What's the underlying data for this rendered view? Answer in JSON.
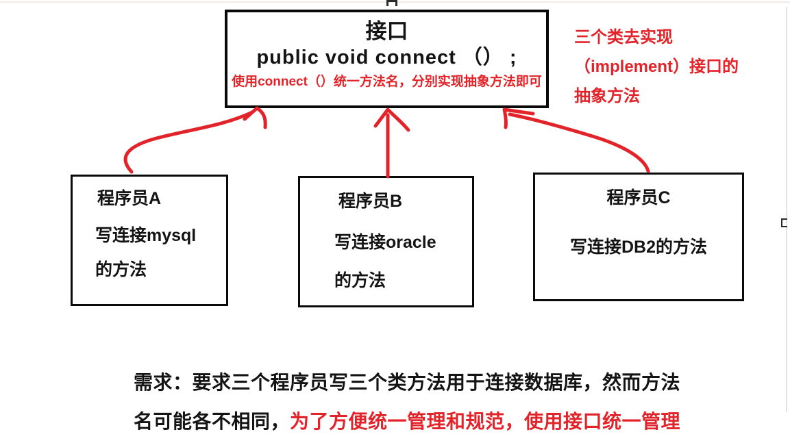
{
  "colors": {
    "red": "#e2242a",
    "black": "#141414",
    "box_border": "#0a0a0a",
    "top_line": "#f3e9e5",
    "right_line": "#e4e4e4"
  },
  "interface_box": {
    "title": "接口",
    "signature": "public void connect （） ;",
    "note": "使用connect（）统一方法名，分别实现抽象方法即可"
  },
  "side_note": {
    "line1": "三个类去实现",
    "line2": "（implement）接口的",
    "line3": "抽象方法"
  },
  "programmers": {
    "a": {
      "title": "程序员A",
      "line1": "写连接mysql",
      "line2": "的方法"
    },
    "b": {
      "title": "程序员B",
      "line1": "写连接oracle",
      "line2": "的方法"
    },
    "c": {
      "title": "程序员C",
      "line1": "写连接DB2的方法"
    }
  },
  "bottom_note": {
    "line1": "需求：要求三个程序员写三个类方法用于连接数据库，然而方法",
    "line2_black": "名可能各不相同，",
    "line2_red": "为了方便统一管理和规范，使用接口统一管理"
  }
}
